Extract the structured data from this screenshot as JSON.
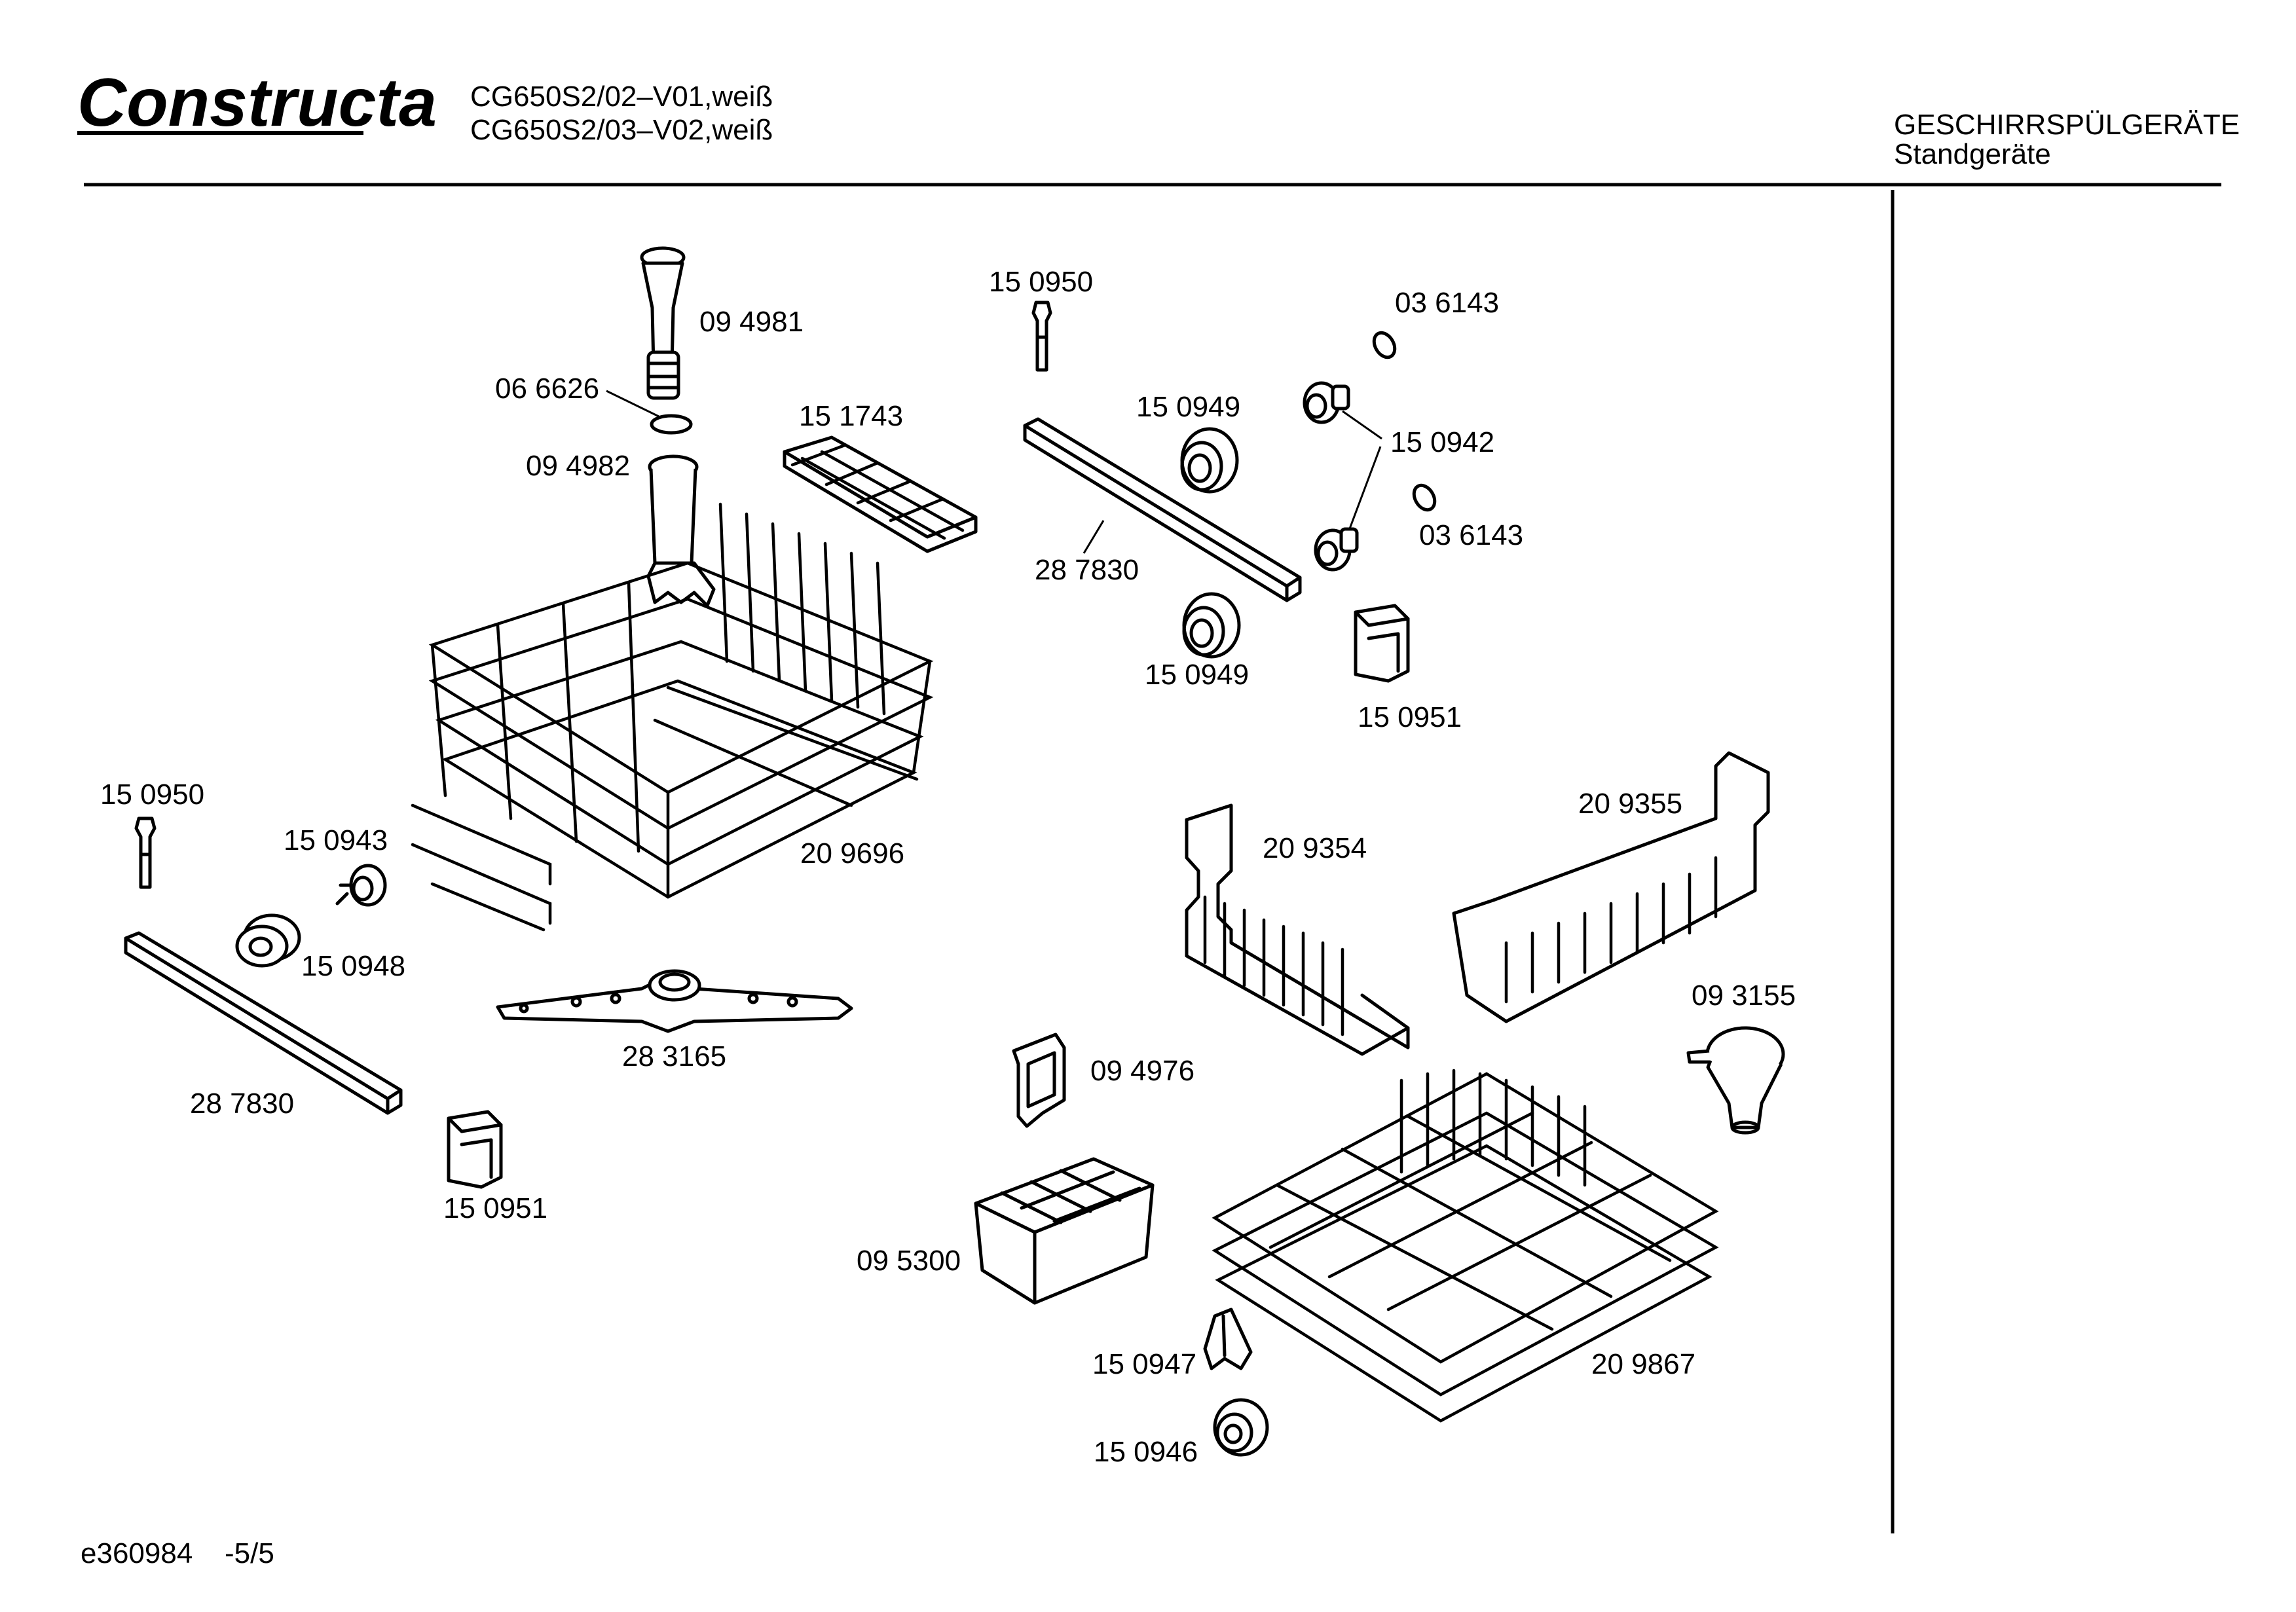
{
  "header": {
    "brand": "Constructa",
    "model_lines": [
      "CG650S2/02–V01,weiß",
      "CG650S2/03–V02,weiß"
    ],
    "category": "GESCHIRRSPÜLGERÄTE",
    "subcategory": "Standgeräte"
  },
  "footer": {
    "drawing_id": "e360984",
    "page": "-5/5"
  },
  "labels": [
    "09 4981",
    "06 6626",
    "09 4982",
    "15 1743",
    "20 9696",
    "15 0950",
    "15 0949",
    "28 7830",
    "15 0949",
    "03 6143",
    "15 0942",
    "03 6143",
    "15 0951",
    "15 0950",
    "15 0943",
    "15 0948",
    "28 3165",
    "28 7830",
    "15 0951",
    "20 9355",
    "20 9354",
    "09 3155",
    "09 4976",
    "09 5300",
    "15 0947",
    "20 9867",
    "15 0946"
  ]
}
